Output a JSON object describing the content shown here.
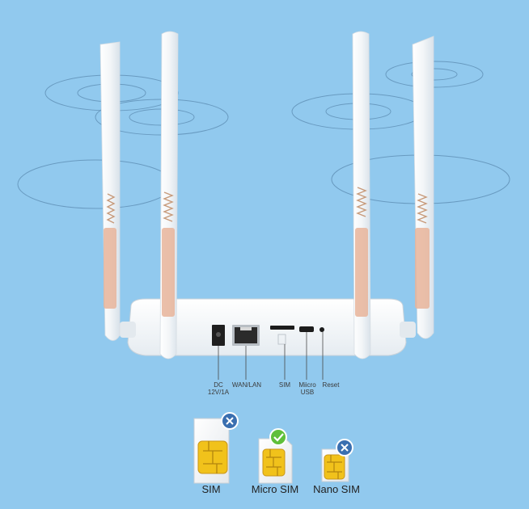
{
  "ports": {
    "dc": [
      "DC",
      "12V/1A"
    ],
    "wan": "WAN/LAN",
    "sim": "SIM",
    "usb": [
      "Miicro",
      "USB"
    ],
    "reset": "Reset"
  },
  "sims": [
    {
      "label": "SIM",
      "status": "unsupported",
      "badge_icon": "cross-icon",
      "badge_color": "#3a6fb0"
    },
    {
      "label": "Micro SIM",
      "status": "supported",
      "badge_icon": "check-icon",
      "badge_color": "#5fbf3a"
    },
    {
      "label": "Nano SIM",
      "status": "unsupported",
      "badge_icon": "cross-icon",
      "badge_color": "#3a6fb0"
    }
  ],
  "colors": {
    "background": "#91c9ee",
    "router": "#ffffff",
    "chip": "#f1c21b",
    "antenna_core": "#e8b49a"
  }
}
